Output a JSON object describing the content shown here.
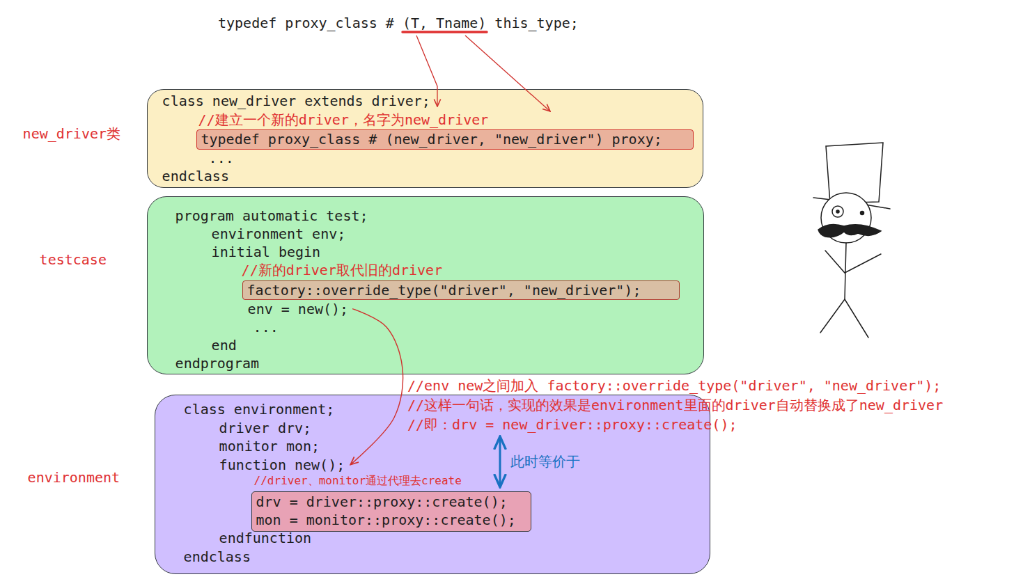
{
  "diagram": {
    "nodes": [
      {
        "text": [
          "new_driver类",
          "class new_driver extends driver;",
          "//建立一个新的driver，名字为new_driver",
          "...",
          "endclass"
        ]
      },
      {
        "text": [
          "typedef proxy_class # (new_driver, \"new_driver\") proxy;"
        ],
        "in": 0
      },
      {
        "text": [
          "testcase",
          "program automatic test;",
          "environment env;",
          "initial begin",
          "//新的driver取代旧的driver",
          "env = new();",
          "...",
          "end",
          "endprogram"
        ]
      },
      {
        "text": [
          "factory::override_type(\"driver\", \"new_driver\");"
        ],
        "in": 2
      },
      {
        "text": [
          "environment",
          "class environment;",
          "driver drv;",
          "monitor mon;",
          "function new();",
          "//driver、monitor通过代理去create",
          "endfunction",
          "endclass"
        ]
      },
      {
        "text": [
          "drv = driver::proxy::create();",
          "mon = monitor::proxy::create();"
        ],
        "in": 4
      }
    ],
    "edges": [
      {
        "from": 2,
        "to": 4,
        "arrow": "to"
      }
    ],
    "labels": [
      "typedef proxy_class # (T, Tname) this_type;",
      "//env new之间加入 factory::override_type(\"driver\", \"new_driver\");",
      "//这样一句话，实现的效果是environment里面的driver自动替换成了new_driver",
      "//即：drv = new_driver::proxy::create();",
      "此时等价于"
    ]
  }
}
